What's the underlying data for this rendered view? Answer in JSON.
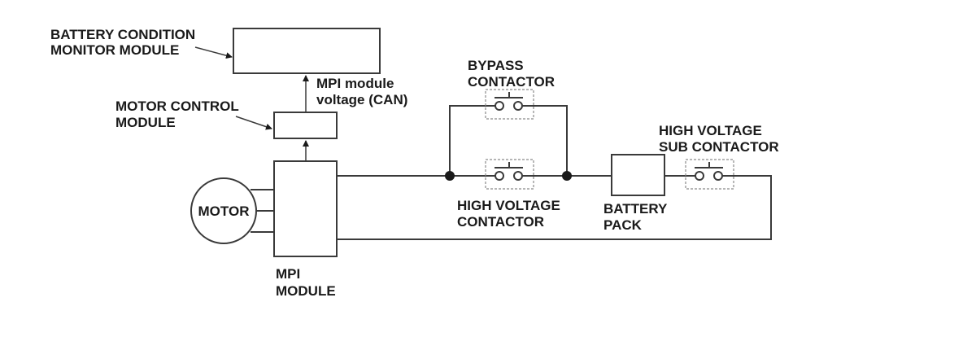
{
  "labels": {
    "bcm": [
      "BATTERY CONDITION",
      "MONITOR MODULE"
    ],
    "mcm": [
      "MOTOR CONTROL",
      "MODULE"
    ],
    "mpi_signal": [
      "MPI module",
      "voltage (CAN)"
    ],
    "motor": "MOTOR",
    "mpi": [
      "MPI",
      "MODULE"
    ],
    "bypass": [
      "BYPASS",
      "CONTACTOR"
    ],
    "hv_contactor": [
      "HIGH VOLTAGE",
      "CONTACTOR"
    ],
    "battery_pack": [
      "BATTERY",
      "PACK"
    ],
    "hv_sub": [
      "HIGH VOLTAGE",
      "SUB CONTACTOR"
    ]
  }
}
